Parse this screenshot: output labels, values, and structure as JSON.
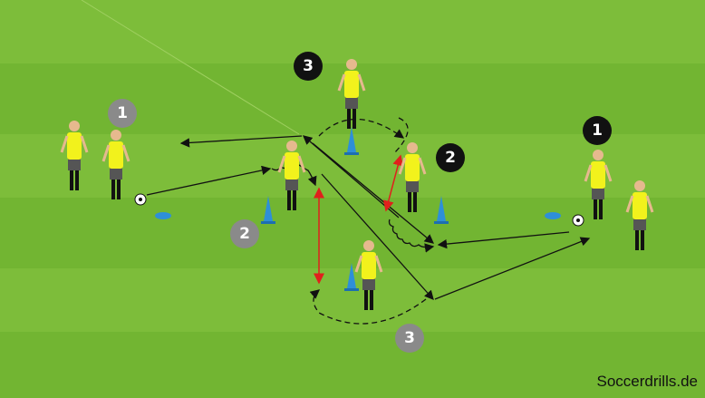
{
  "watermark": "Soccerdrills.de",
  "markers": [
    {
      "label": "1",
      "team": "grey"
    },
    {
      "label": "2",
      "team": "grey"
    },
    {
      "label": "3",
      "team": "grey"
    },
    {
      "label": "3",
      "team": "black"
    },
    {
      "label": "2",
      "team": "black"
    },
    {
      "label": "1",
      "team": "black"
    }
  ],
  "colors": {
    "grass_light": "#7dbd3a",
    "grass_dark": "#72b532",
    "shirt": "#f2f21c",
    "cone": "#2e8fd8",
    "pass_arrow": "#111111",
    "distance_arrow": "#e0201c",
    "grey_marker": "#8a8a8a",
    "black_marker": "#111111"
  }
}
